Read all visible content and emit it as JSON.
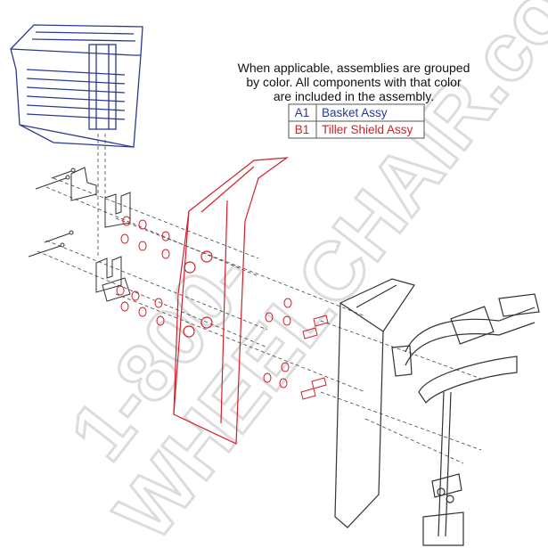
{
  "note": {
    "line1": "When applicable, assemblies are grouped",
    "line2": "by color. All components with that color",
    "line3": "are included in the assembly."
  },
  "legend": [
    {
      "code": "A1",
      "name": "Basket Assy",
      "color": "#2a3a8f"
    },
    {
      "code": "B1",
      "name": "Tiller Shield Assy",
      "color": "#d1202a"
    }
  ],
  "watermark": {
    "line1": "1-800-",
    "line2": "WHEELCHAIR.com"
  },
  "colors": {
    "assembly_a": "#2a3a8f",
    "assembly_b": "#d1202a",
    "line_art": "#333333",
    "watermark": "#dddddd"
  }
}
